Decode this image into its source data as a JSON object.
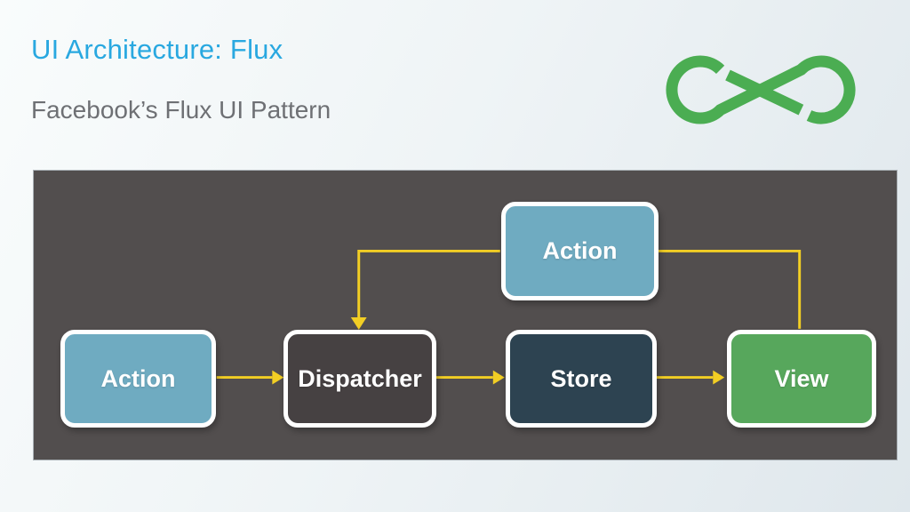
{
  "slide": {
    "title": "UI Architecture: Flux",
    "subtitle": "Facebook’s Flux UI Pattern",
    "title_color": "#29a8e0",
    "subtitle_color": "#6e7074"
  },
  "logo": {
    "name": "infinity-logo",
    "color": "#4bad52"
  },
  "diagram": {
    "panel_background": "#524e4e",
    "connector_color": "#f2ce24",
    "node_border_color": "#ffffff",
    "nodes": [
      {
        "id": "action-top",
        "label": "Action",
        "color": "#6fabc1"
      },
      {
        "id": "action",
        "label": "Action",
        "color": "#6fabc1"
      },
      {
        "id": "dispatcher",
        "label": "Dispatcher",
        "color": "#464142"
      },
      {
        "id": "store",
        "label": "Store",
        "color": "#2d4351"
      },
      {
        "id": "view",
        "label": "View",
        "color": "#57a75c"
      }
    ],
    "edges": [
      {
        "from": "action",
        "to": "dispatcher",
        "arrow": true
      },
      {
        "from": "dispatcher",
        "to": "store",
        "arrow": true
      },
      {
        "from": "store",
        "to": "view",
        "arrow": true
      },
      {
        "from": "action-top",
        "to": "dispatcher",
        "arrow": true
      },
      {
        "from": "view",
        "to": "action-top",
        "arrow": false
      }
    ]
  }
}
